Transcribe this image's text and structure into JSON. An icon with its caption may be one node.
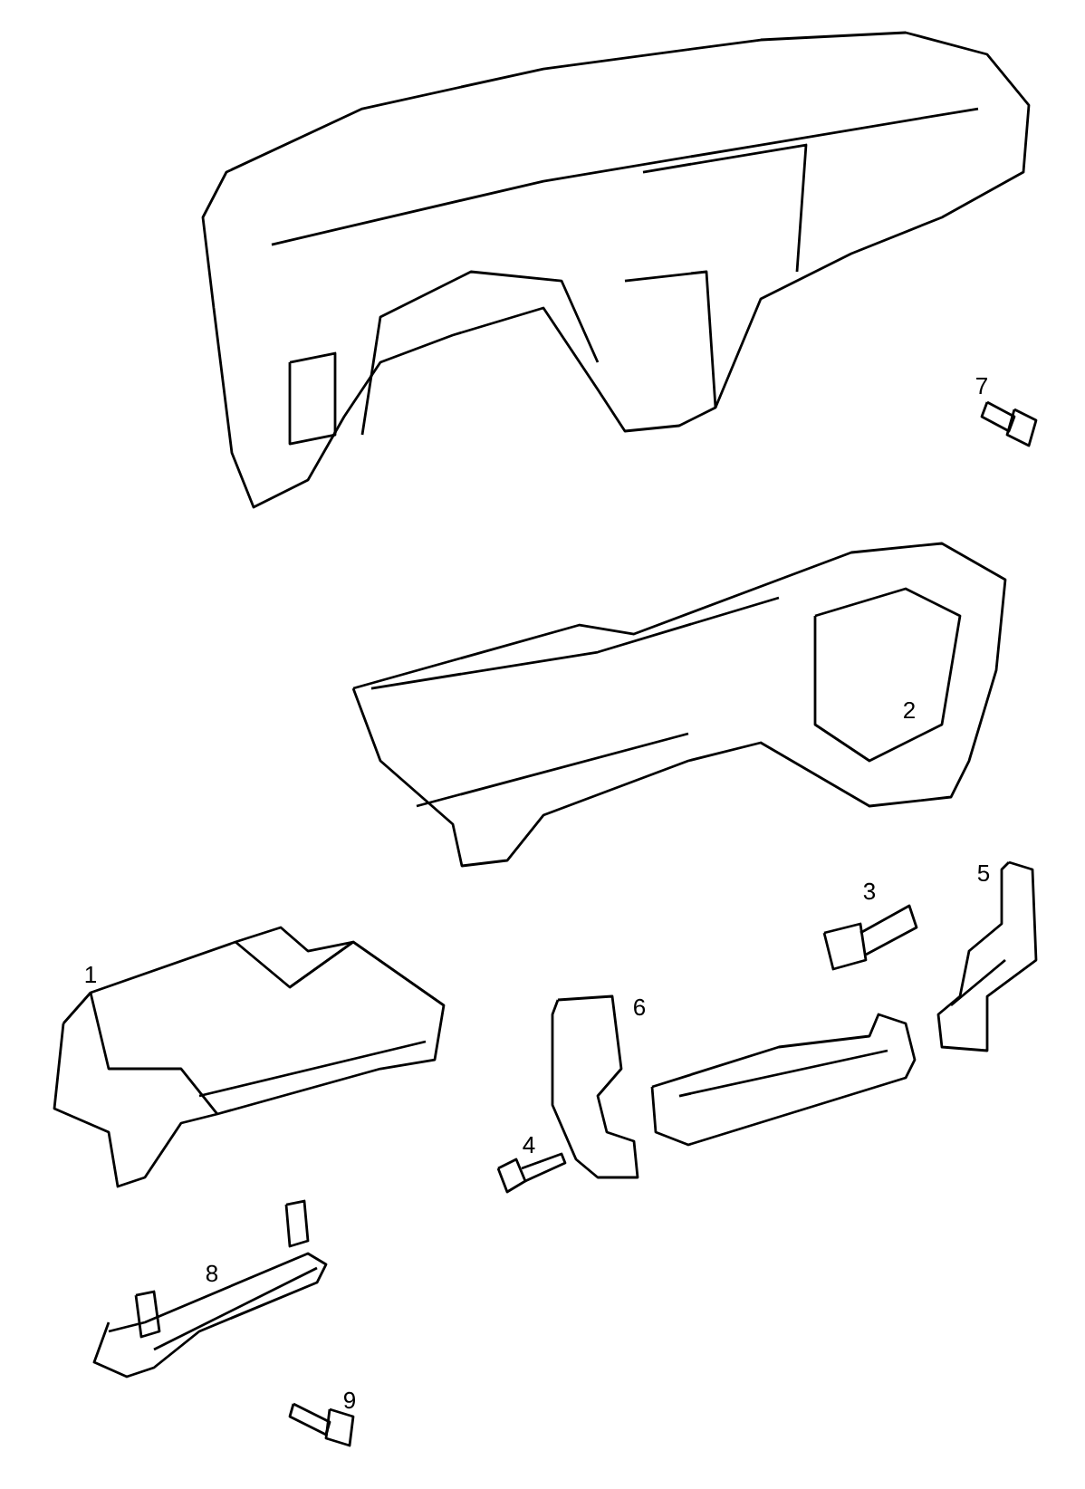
{
  "diagram": {
    "labels": [
      "7",
      "2",
      "5",
      "3",
      "1",
      "6",
      "4",
      "8",
      "9"
    ]
  }
}
